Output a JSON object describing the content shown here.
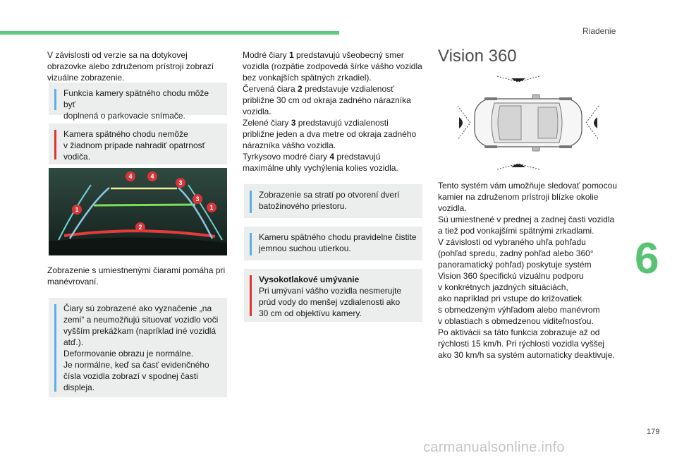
{
  "header": {
    "chapter_label": "Riadenie"
  },
  "chapter_tab": {
    "number": "6"
  },
  "footer": {
    "page_number": "179",
    "watermark": "carmanualsonline.info"
  },
  "col1": {
    "intro": [
      "V závislosti od verzie sa na dotykovej",
      "obrazovke alebo združenom prístroji zobrazí",
      "vizuálne zobrazenie."
    ],
    "note_info": [
      "Funkcia kamery spätného chodu môže byť",
      "doplnená o parkovacie snímače."
    ],
    "note_warn": [
      "Kamera spätného chodu nemôže",
      "v žiadnom prípade nahradiť opatrnosť",
      "vodiča."
    ],
    "camera_image": {
      "markers": [
        "4",
        "4",
        "3",
        "3",
        "1",
        "1",
        "2"
      ]
    },
    "caption": [
      "Zobrazenie s umiestnenými čiarami pomáha pri",
      "manévrovaní."
    ],
    "note_lines": [
      "Čiary sú zobrazené ako vyznačenie „na",
      "zemi“ a neumožňujú situovať vozidlo voči",
      "vyšším prekážkam (napríklad iné vozidlá",
      "atď.).",
      "Deformovanie obrazu je normálne.",
      "Je normálne, keď sa časť evidenčného",
      "čísla vozidla zobrazí v spodnej časti",
      "displeja."
    ]
  },
  "col2": {
    "lines_desc": [
      {
        "pre": "Modré čiary ",
        "num": "1",
        "post": " predstavujú všeobecný smer"
      },
      {
        "pre": "vozidla (rozpätie zodpovedá šírke vášho vozidla",
        "num": "",
        "post": ""
      },
      {
        "pre": "bez vonkajších spätných zrkadiel).",
        "num": "",
        "post": ""
      },
      {
        "pre": "Červená čiara ",
        "num": "2",
        "post": " predstavuje vzdialenosť"
      },
      {
        "pre": "približne 30 cm od okraja zadného nárazníka",
        "num": "",
        "post": ""
      },
      {
        "pre": "vozidla.",
        "num": "",
        "post": ""
      },
      {
        "pre": "Zelené čiary ",
        "num": "3",
        "post": " predstavujú vzdialenosti"
      },
      {
        "pre": "približne jeden a dva metre od okraja zadného",
        "num": "",
        "post": ""
      },
      {
        "pre": "nárazníka vášho vozidla.",
        "num": "",
        "post": ""
      },
      {
        "pre": "Tyrkysovo modré čiary ",
        "num": "4",
        "post": " predstavujú"
      },
      {
        "pre": "maximálne uhly vychýlenia kolies vozidla.",
        "num": "",
        "post": ""
      }
    ],
    "note_trunk": [
      "Zobrazenie sa stratí po otvorení dverí",
      "batožinového priestoru."
    ],
    "note_clean": [
      "Kameru spätného chodu pravidelne čistite",
      "jemnou suchou utierkou."
    ],
    "note_hp_title": "Vysokotlakové umývanie",
    "note_hp": [
      "Pri umývaní vášho vozidla nesmerujte",
      "prúd vody do menšej vzdialenosti ako",
      "30 cm od objektívu kamery."
    ]
  },
  "col3": {
    "title": "Vision 360",
    "body": [
      "Tento systém vám umožňuje sledovať pomocou",
      "kamier na združenom prístroji blízke okolie",
      "vozidla.",
      "Sú umiestnené v prednej a zadnej časti vozidla",
      "a tiež pod vonkajšími spätnými zrkadlami.",
      "V závislosti od vybraného uhľa pohľadu",
      "(pohľad spredu, zadný pohľad alebo 360°",
      "panoramatický pohľad) poskytuje systém",
      "Vision 360 špecifickú vizuálnu podporu",
      "v konkrétnych jazdných situáciách,",
      "ako napríklad pri vstupe do križovatiek",
      "s obmedzeným výhľadom alebo manévrom",
      "v oblastiach s obmedzenou viditeľnosťou.",
      "Po aktivácii sa táto funkcia zobrazuje až od",
      "rýchlosti 15 km/h. Pri rýchlosti vozidla vyššej",
      "ako 30 km/h sa systém automaticky deaktivuje."
    ]
  },
  "colors": {
    "accent_green": "#5cc878",
    "info_blue": "#5ab0e6",
    "warn_red": "#e23232",
    "marker_red": "#d9343a"
  }
}
